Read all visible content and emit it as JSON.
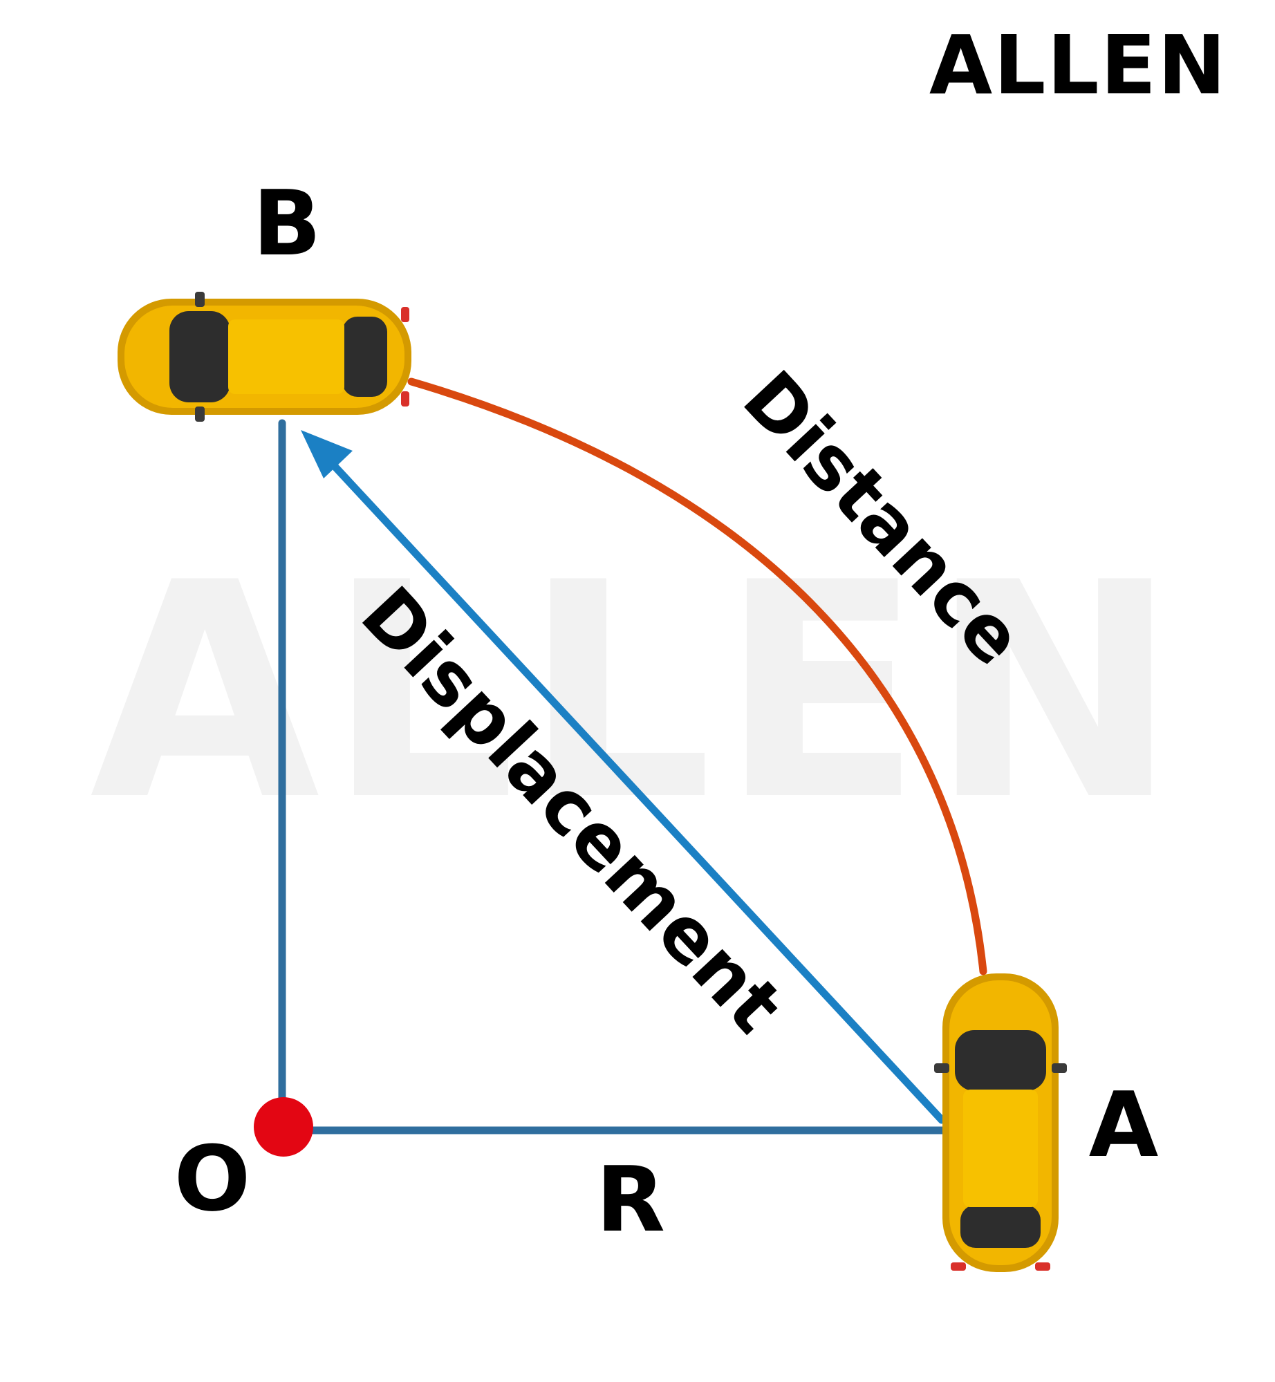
{
  "brand": {
    "logo_text": "ALLEN",
    "watermark_text": "ALLEN"
  },
  "diagram": {
    "points": {
      "origin": "O",
      "start": "A",
      "end": "B"
    },
    "radius_label": "R",
    "path_label": "Distance",
    "displacement_label": "Displacement"
  },
  "colors": {
    "radius_lines": "#2f6e9e",
    "displacement_arrow": "#1b80c4",
    "arc": "#d9480f",
    "origin_dot": "#e30613",
    "car_body": "#f2b600",
    "car_body_shade": "#d49a00",
    "car_glass": "#2d2d2d",
    "watermark": "#f2f2f2"
  }
}
